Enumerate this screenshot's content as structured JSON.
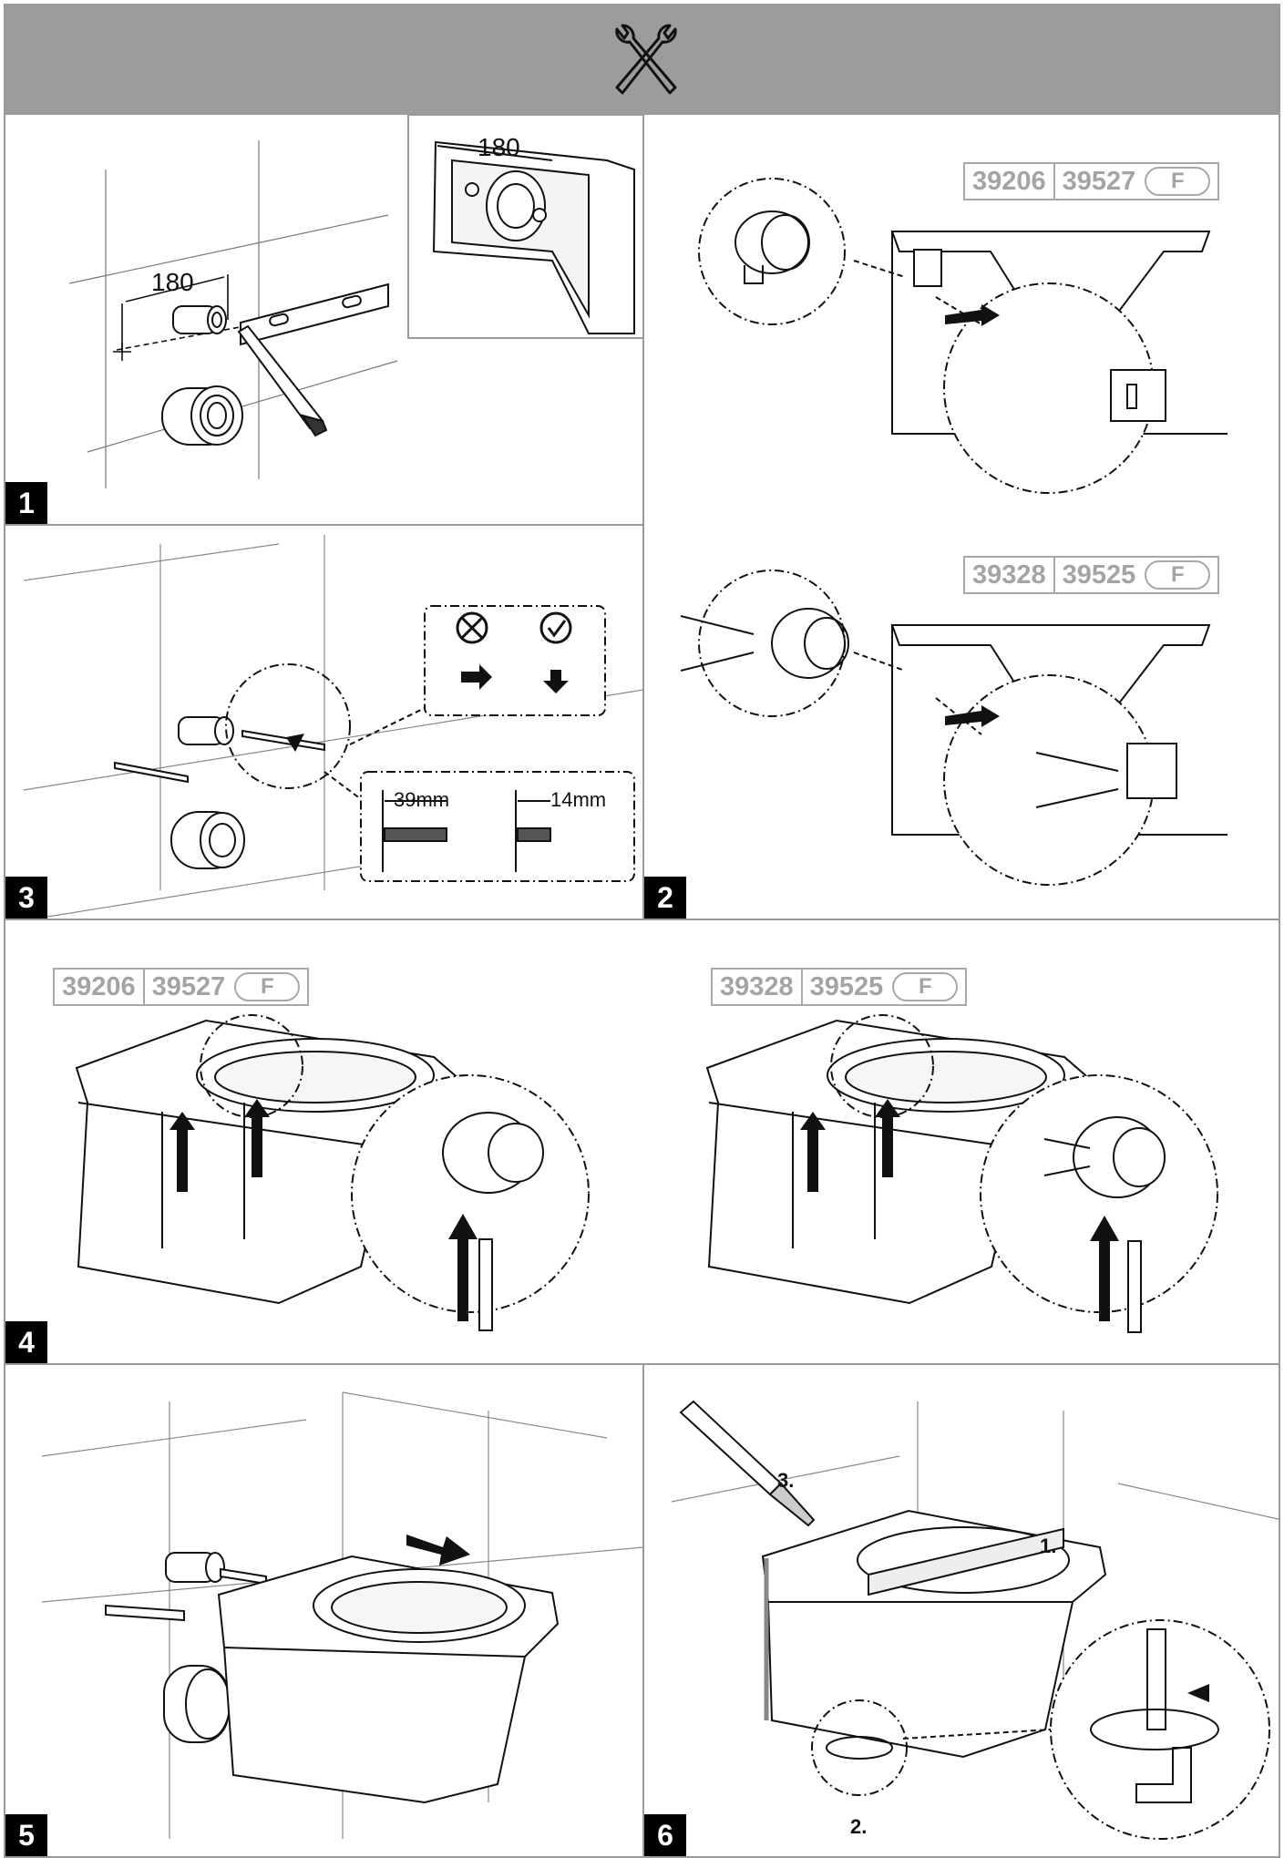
{
  "header": {
    "icon": "wrench-cross-icon",
    "color": "#9c9c9c"
  },
  "steps": {
    "s1": {
      "number": "1",
      "dim_wall": "180",
      "dim_pan": "180"
    },
    "s2": {
      "number": "2",
      "top_codes": [
        "39206",
        "39527",
        "F"
      ],
      "bottom_codes": [
        "39328",
        "39525",
        "F"
      ]
    },
    "s3": {
      "number": "3",
      "wrong_icon": "cross-circle-icon",
      "right_icon": "check-circle-icon",
      "len_a": "39mm",
      "len_b": "14mm"
    },
    "s4": {
      "number": "4",
      "left_codes": [
        "39206",
        "39527",
        "F"
      ],
      "right_codes": [
        "39328",
        "39525",
        "F"
      ]
    },
    "s5": {
      "number": "5"
    },
    "s6": {
      "number": "6",
      "label_1": "1.",
      "label_2": "2.",
      "label_3": "3."
    }
  }
}
